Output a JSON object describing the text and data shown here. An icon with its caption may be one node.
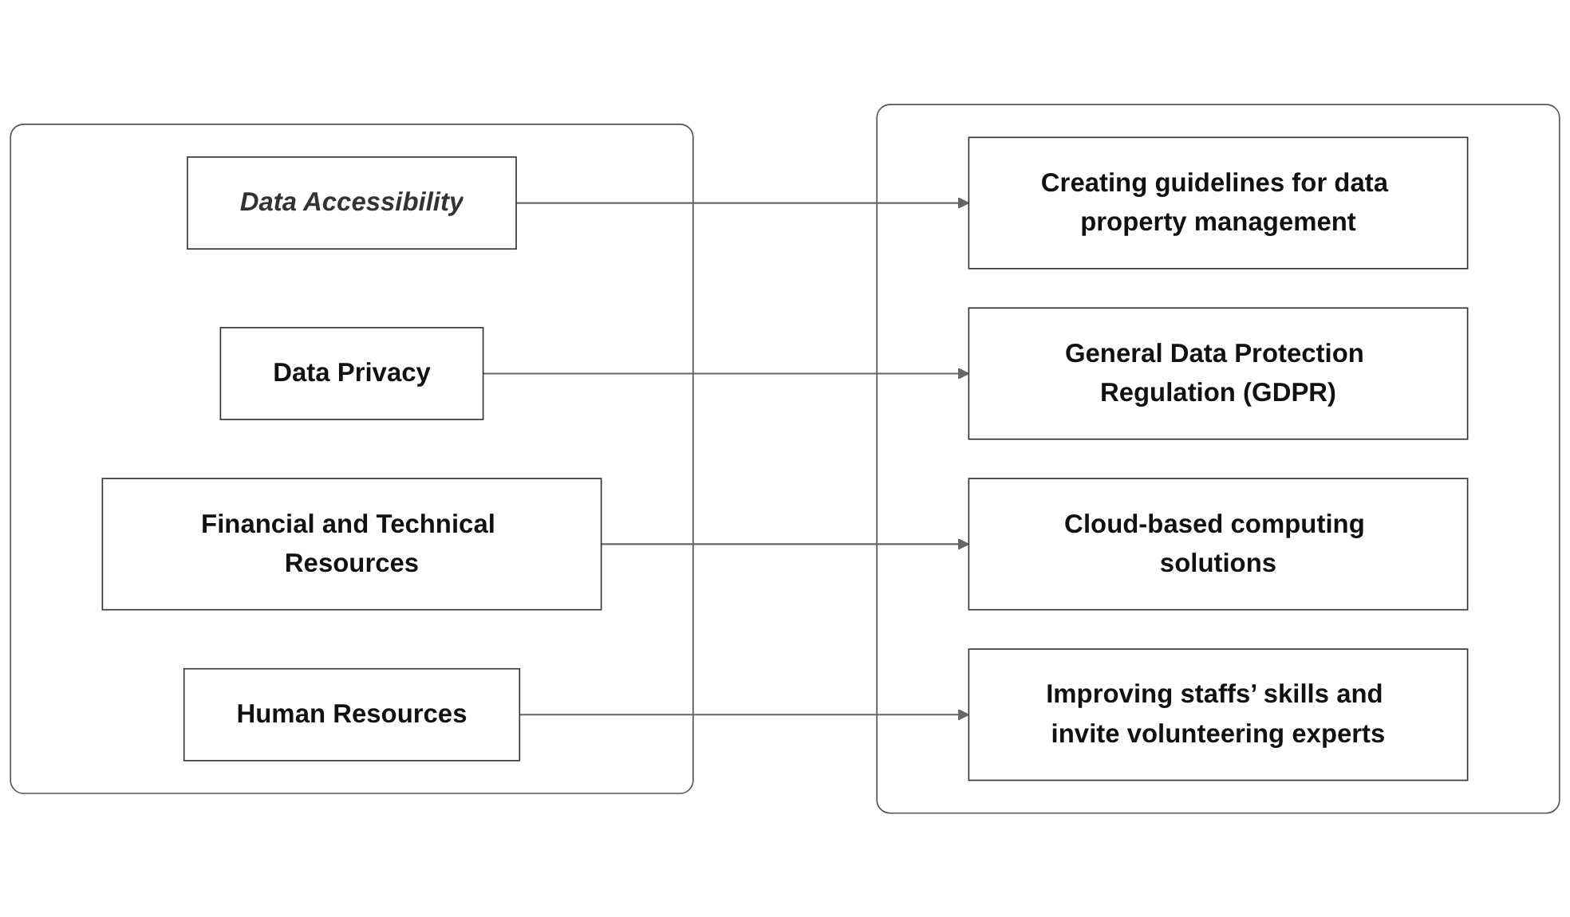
{
  "diagram": {
    "nodes": [
      {
        "text": [],
        "shape": "box"
      },
      {
        "text": [
          "Data Accessibility"
        ],
        "in": 0
      },
      {
        "text": [
          "Data Privacy"
        ],
        "in": 0
      },
      {
        "text": [
          "Financial and Technical Resources"
        ],
        "in": 0
      },
      {
        "text": [
          "Human Resources"
        ],
        "in": 0
      },
      {
        "text": [],
        "shape": "box"
      },
      {
        "text": [
          "Creating guidelines for data property management"
        ],
        "in": 5
      },
      {
        "text": [
          "General Data Protection Regulation (GDPR)"
        ],
        "in": 5
      },
      {
        "text": [
          "Cloud-based computing solutions"
        ],
        "in": 5
      },
      {
        "text": [
          "Improving staffs’ skills and invite volunteering experts"
        ],
        "in": 5
      }
    ],
    "edges": [
      {
        "from": 1,
        "to": 6,
        "arrow": "to"
      },
      {
        "from": 2,
        "to": 7,
        "arrow": "to"
      },
      {
        "from": 3,
        "to": 8,
        "arrow": "to"
      },
      {
        "from": 4,
        "to": 9,
        "arrow": "to"
      }
    ]
  }
}
